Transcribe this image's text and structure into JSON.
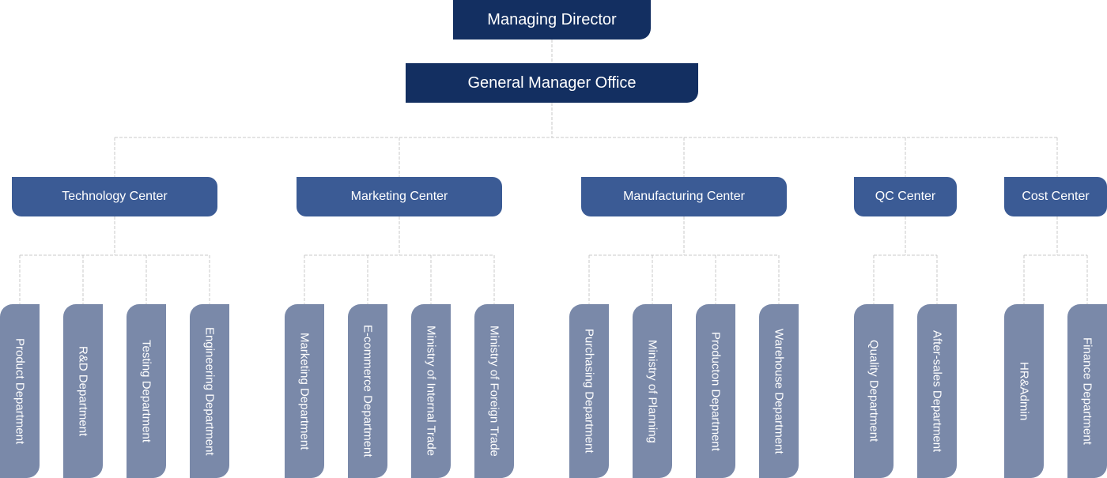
{
  "org": {
    "managing_director": "Managing Director",
    "general_manager_office": "General Manager Office",
    "centers": [
      {
        "label": "Technology Center",
        "departments": [
          "Product Department",
          "R&D Department",
          "Testing Department",
          "Engineering Department"
        ]
      },
      {
        "label": "Marketing Center",
        "departments": [
          "Marketing Department",
          "E-commerce Department",
          "Ministry of Internal Trade",
          "Ministry of Foreign Trade"
        ]
      },
      {
        "label": "Manufacturing Center",
        "departments": [
          "Purchasing Department",
          "Ministry of Planning",
          "Producton Department",
          "Warehouse Department"
        ]
      },
      {
        "label": "QC Center",
        "departments": [
          "Quality Department",
          "After-sales Department"
        ]
      },
      {
        "label": "Cost Center",
        "departments": [
          "HR&Admin",
          "Finance Department"
        ]
      }
    ]
  },
  "colors": {
    "top": "#132f61",
    "center": "#3b5b95",
    "department": "#7a89a9",
    "connector": "#c8c8c8"
  }
}
